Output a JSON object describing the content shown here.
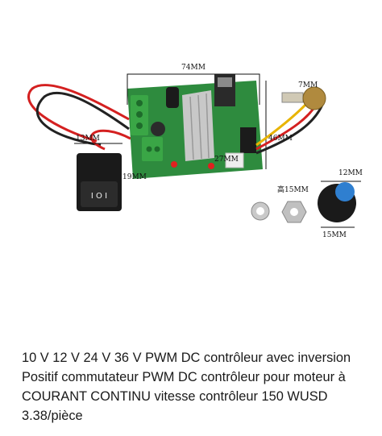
{
  "product": {
    "image": {
      "dimension_labels": {
        "width_74": "74MM",
        "pot_7": "7MM",
        "switch_13": "13MM",
        "height_46": "46MM",
        "knob_12": "12MM",
        "switch_19": "19MM",
        "mid_27": "27MM",
        "pot_15": "高15MM",
        "knob_15": "15MM"
      },
      "switch_symbol": "I O I"
    },
    "title": "10 V 12 V 24 V 36 V PWM DC contrôleur avec inversion Positif commutateur PWM DC contrôleur pour moteur à COURANT CONTINU vitesse contrôleur 150 WUSD 3.38/pièce"
  },
  "colors": {
    "pcb": "#2e8b3e",
    "terminal": "#3aa646",
    "heatsink": "#c8c8c8",
    "switch": "#1a1a1a",
    "knob_blue": "#2f7fd0",
    "wire_red": "#d42020",
    "wire_black": "#222222",
    "wire_yellow": "#e8b400"
  }
}
